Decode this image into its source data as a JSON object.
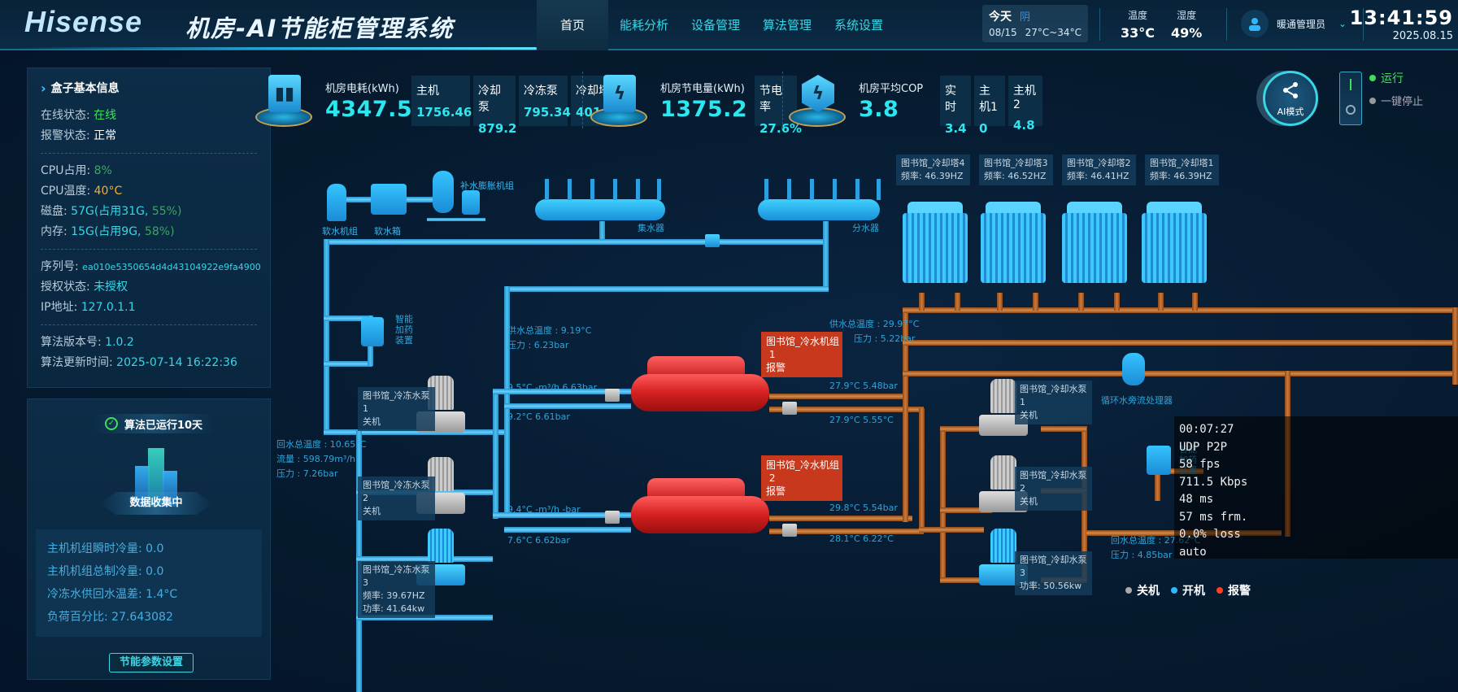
{
  "header": {
    "brand": "Hisense",
    "title": "机房-AI节能柜管理系统",
    "nav": [
      {
        "label": "首页",
        "active": true
      },
      {
        "label": "能耗分析"
      },
      {
        "label": "设备管理"
      },
      {
        "label": "算法管理"
      },
      {
        "label": "系统设置"
      }
    ],
    "weather": {
      "today": "今天",
      "condition": "阴",
      "date": "08/15",
      "range": "27°C~34°C"
    },
    "temperature": {
      "label": "温度",
      "value": "33°C"
    },
    "humidity": {
      "label": "湿度",
      "value": "49%"
    },
    "user": {
      "name": "暖通管理员",
      "icon": "user-icon"
    },
    "clock": {
      "time": "13:41:59",
      "date": "2025.08.15"
    }
  },
  "info_panel": {
    "title": "盒子基本信息",
    "online_label": "在线状态:",
    "online_value": "在线",
    "alarm_label": "报警状态:",
    "alarm_value": "正常",
    "cpu_use_label": "CPU占用:",
    "cpu_use_value": "8%",
    "cpu_temp_label": "CPU温度:",
    "cpu_temp_value": "40°C",
    "disk_label": "磁盘:",
    "disk_value": "57G(占用31G,",
    "disk_pct": " 55%)",
    "mem_label": "内存:",
    "mem_value": "15G(占用9G,",
    "mem_pct": " 58%)",
    "serial_label": "序列号:",
    "serial_value": "ea010e5350654d4d43104922e9fa4900",
    "auth_label": "授权状态:",
    "auth_value": "未授权",
    "ip_label": "IP地址:",
    "ip_value": "127.0.1.1",
    "algo_ver_label": "算法版本号:",
    "algo_ver_value": "1.0.2",
    "algo_time_label": "算法更新时间:",
    "algo_time_value": "2025-07-14 16:22:36"
  },
  "algo_panel": {
    "running": "算法已运行10天",
    "collecting": "数据收集中",
    "stats": [
      "主机机组瞬时冷量: 0.0",
      "主机机组总制冷量: 0.0",
      "冷冻水供回水温差: 1.4°C",
      "负荷百分比: 27.643082"
    ],
    "settings_button": "节能参数设置"
  },
  "metrics": {
    "power": {
      "label": "机房电耗(kWh)",
      "value": "4347.5",
      "items": [
        {
          "label": "主机",
          "value": "1756.46"
        },
        {
          "label": "冷却泵",
          "value": "879.2"
        },
        {
          "label": "冷冻泵",
          "value": "795.34"
        },
        {
          "label": "冷却塔",
          "value": "401.85"
        }
      ]
    },
    "saving": {
      "label": "机房节电量(kWh)",
      "value": "1375.2",
      "items": [
        {
          "label": "节电率",
          "value": "27.6%"
        }
      ]
    },
    "cop": {
      "label": "机房平均COP",
      "value": "3.8",
      "items": [
        {
          "label": "实时",
          "value": "3.4"
        },
        {
          "label": "主机1",
          "value": "0"
        },
        {
          "label": "主机2",
          "value": "4.8"
        }
      ]
    }
  },
  "control": {
    "ai_mode": "AI模式",
    "run": "运行",
    "stop": "一键停止",
    "run_color": "#3ee05a"
  },
  "diagram": {
    "soft_water_unit": "软水机组",
    "soft_water_tank": "软水箱",
    "makeup_unit": "补水膨胀机组",
    "collector": "集水器",
    "distributor": "分水器",
    "dosing_1": "智能\n加药\n装置",
    "dosing_2": "智能\n加药\n装置",
    "bypass_processor": "循环水旁流处理器",
    "towers": [
      {
        "name": "图书馆_冷却塔4",
        "freq": "频率: 46.39HZ"
      },
      {
        "name": "图书馆_冷却塔3",
        "freq": "频率: 46.52HZ"
      },
      {
        "name": "图书馆_冷却塔2",
        "freq": "频率: 46.41HZ"
      },
      {
        "name": "图书馆_冷却塔1",
        "freq": "频率: 46.39HZ"
      }
    ],
    "chw_supply": {
      "temp": "供水总温度 : 9.19°C",
      "pressure": "压力 : 6.23bar"
    },
    "chw_return": {
      "temp": "回水总温度 : 10.65°C",
      "flow": "流量 : 598.79m³/h",
      "pressure": "压力 : 7.26bar"
    },
    "cw_supply": {
      "temp": "供水总温度 : 29.97°C",
      "pressure": "压力 : 5.22bar"
    },
    "cw_return": {
      "temp": "回水总温度 : 27.62°C",
      "pressure": "压力 : 4.85bar"
    },
    "chillers": [
      {
        "name": "图书馆_冷水机组\n 1",
        "status": "报警",
        "evap_in": "9.5°C  -m³/h  6.63bar",
        "evap_out": "9.2°C  6.61bar",
        "cond_in": "27.9°C  5.48bar",
        "cond_out": "27.9°C  5.55°C"
      },
      {
        "name": "图书馆_冷水机组\n 2",
        "status": "报警",
        "evap_in": "9.4°C  -m³/h  -bar",
        "evap_out": "7.6°C  6.62bar",
        "cond_in": "29.8°C  5.54bar",
        "cond_out": "28.1°C  6.22°C"
      }
    ],
    "chw_pumps": [
      {
        "name": "图书馆_冷冻水泵\n1",
        "status": "关机"
      },
      {
        "name": "图书馆_冷冻水泵\n2",
        "status": "关机"
      },
      {
        "name": "图书馆_冷冻水泵\n3",
        "freq": "频率: 39.67HZ",
        "power": "功率: 41.64kw"
      }
    ],
    "cw_pumps": [
      {
        "name": "图书馆_冷却水泵\n1",
        "status": "关机"
      },
      {
        "name": "图书馆_冷却水泵\n2",
        "status": "关机"
      },
      {
        "name": "图书馆_冷却水泵\n3",
        "power": "功率: 50.56kw"
      }
    ]
  },
  "legend": [
    {
      "label": "关机",
      "color": "#aaaaaa"
    },
    {
      "label": "开机",
      "color": "#2eb8ff"
    },
    {
      "label": "报警",
      "color": "#ff4020"
    }
  ],
  "osd": [
    "00:07:27",
    "UDP P2P",
    "58 fps",
    "711.5 Kbps",
    "48 ms",
    "57 ms frm.",
    "0.0% loss",
    "auto"
  ]
}
